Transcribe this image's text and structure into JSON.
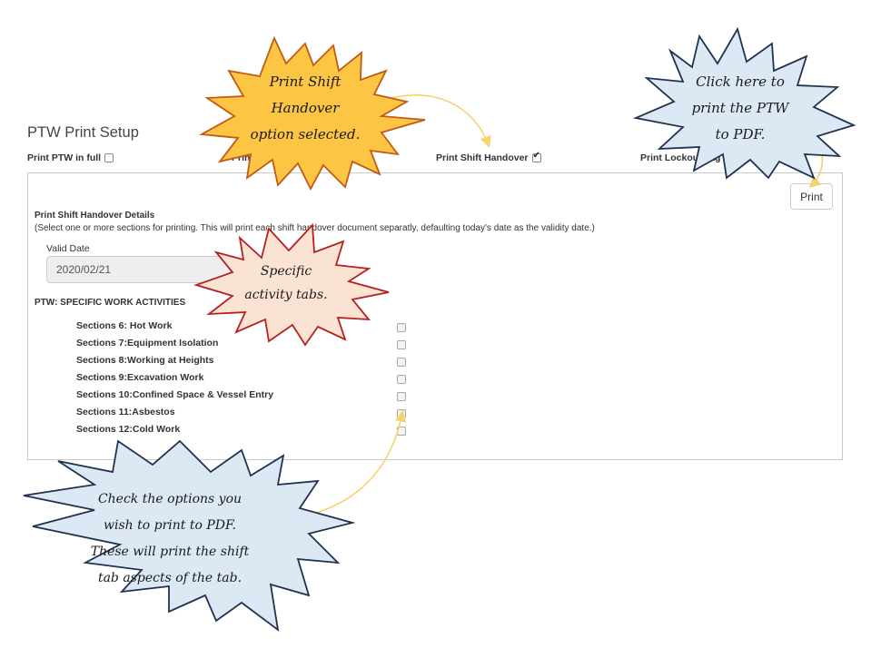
{
  "page_title": "PTW Print Setup",
  "options": [
    {
      "label": "Print PTW in full",
      "checked": false
    },
    {
      "label": "Print Dat  As  ts   TW",
      "checked": false
    },
    {
      "label": "Print Shift Handover",
      "checked": true
    },
    {
      "label": "Print Lockout Tag",
      "checked": false
    }
  ],
  "print_button": "Print",
  "details": {
    "title": "Print Shift Handover Details",
    "description": "(Select one or more sections for printing. This will print each shift handover document separatly, defaulting today's date as the validity date.)",
    "valid_date_label": "Valid Date",
    "valid_date_value": "2020/02/21"
  },
  "activities_heading": "PTW: SPECIFIC WORK ACTIVITIES",
  "activities": [
    {
      "label": "Sections 6: Hot Work",
      "checked": false
    },
    {
      "label": "Sections 7:Equipment Isolation",
      "checked": false
    },
    {
      "label": "Sections 8:Working at Heights",
      "checked": false
    },
    {
      "label": "Sections 9:Excavation Work",
      "checked": false
    },
    {
      "label": "Sections 10:Confined Space & Vessel Entry",
      "checked": false
    },
    {
      "label": "Sections 11:Asbestos",
      "checked": false
    },
    {
      "label": "Sections 12:Cold Work",
      "checked": false
    }
  ],
  "callouts": {
    "shift_handover": {
      "lines": [
        "Print Shift",
        "Handover",
        "option selected."
      ],
      "fill": "#fcc644",
      "stroke": "#c25a12"
    },
    "print_pdf": {
      "lines": [
        "Click here to",
        "print the PTW",
        "to PDF."
      ],
      "fill": "#dde8f5",
      "stroke": "#1f3350"
    },
    "specific_tabs": {
      "lines": [
        "Specific",
        "activity tabs."
      ],
      "fill": "#fbe3d3",
      "stroke": "#b52020"
    },
    "check_options": {
      "lines": [
        "Check the options you",
        "wish to print to PDF.",
        "These will print the shift",
        "tab aspects of the tab."
      ],
      "fill": "#dde8f5",
      "stroke": "#1f3350"
    }
  },
  "colors": {
    "arrow": "#f5d36e",
    "panel_border": "#c9c9c9"
  }
}
